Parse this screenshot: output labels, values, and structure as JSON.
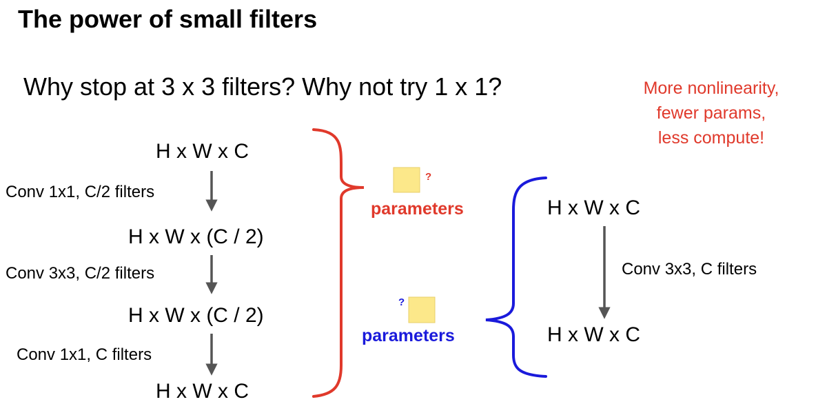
{
  "title": "The power of small filters",
  "subtitle": "Why stop at 3 x 3 filters? Why not try 1 x 1?",
  "note": {
    "lines": [
      "More nonlinearity,",
      "fewer params,",
      "less compute!"
    ],
    "color": "#e0392b"
  },
  "bottleneck": {
    "layers": [
      "H x W x C",
      "H x W x (C / 2)",
      "H x W x (C / 2)",
      "H x W x C"
    ],
    "convs": [
      "Conv 1x1, C/2 filters",
      "Conv 3x3, C/2 filters",
      "Conv 1x1, C filters"
    ],
    "params_label": "parameters",
    "params_value": "?",
    "color": "#e0392b"
  },
  "single": {
    "layers": [
      "H x W x C",
      "H x W x C"
    ],
    "conv": "Conv 3x3, C filters",
    "params_label": "parameters",
    "params_value": "?",
    "color": "#1a1adb"
  },
  "colors": {
    "arrow": "#555555",
    "box_fill": "#fce88a",
    "box_stroke": "#e8cf6a"
  }
}
